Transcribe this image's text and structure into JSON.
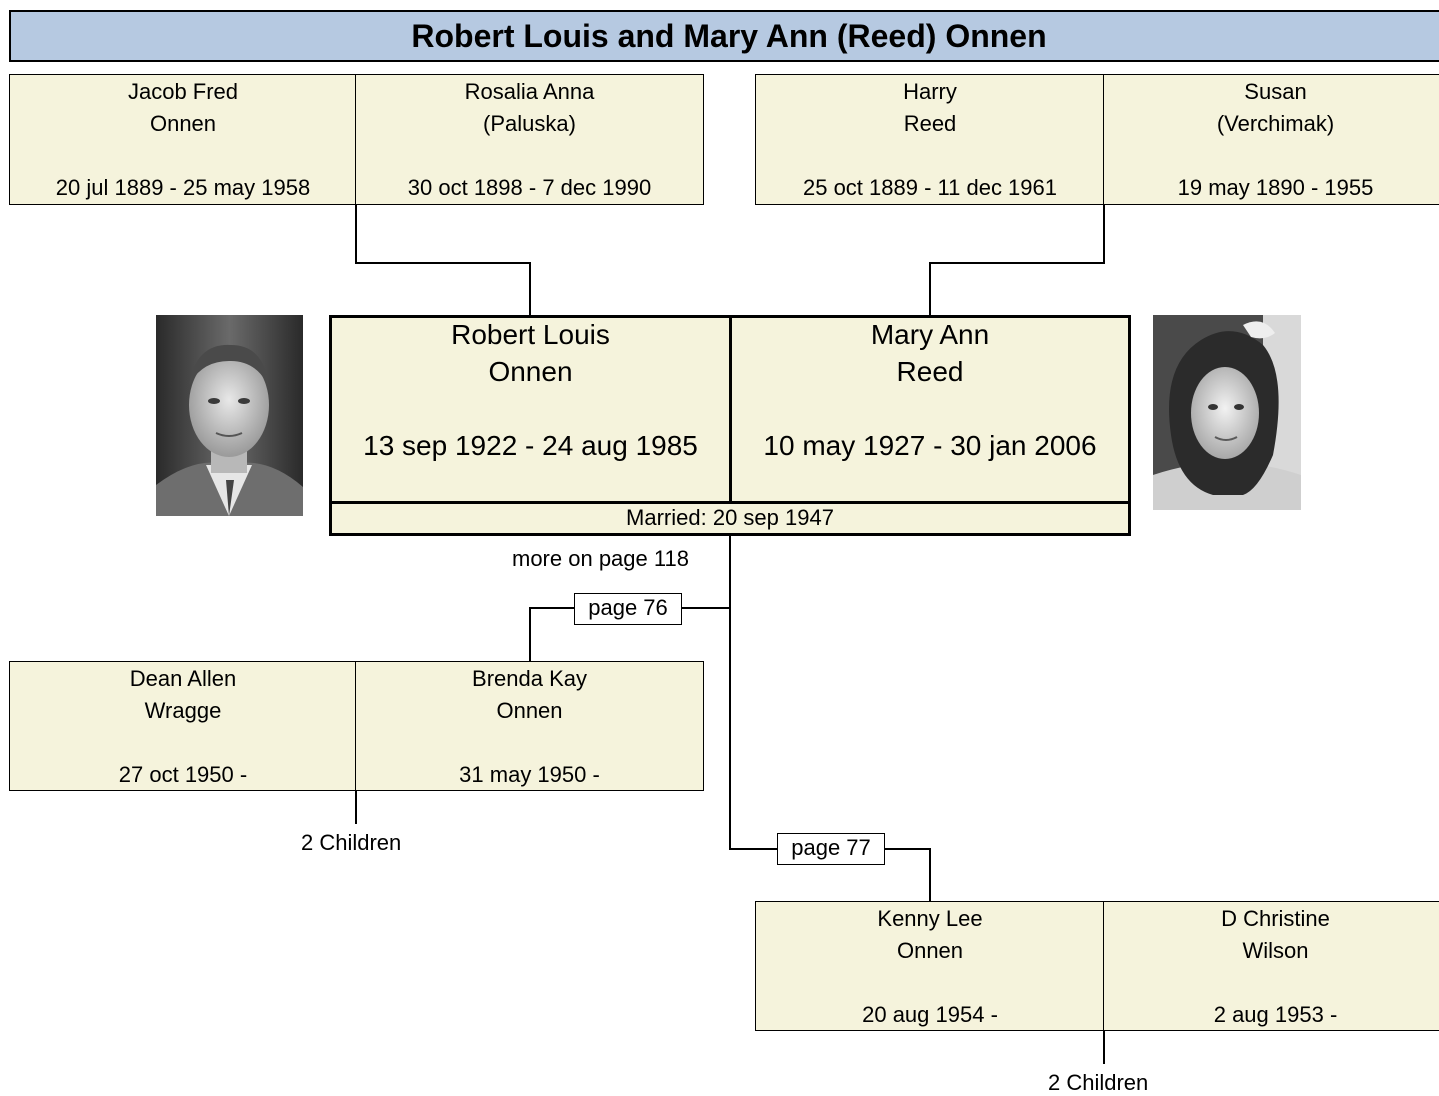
{
  "title": "Robert Louis and Mary Ann (Reed) Onnen",
  "parents": {
    "husband_father": {
      "given": "Jacob Fred",
      "surname": "Onnen",
      "dates": "20 jul 1889 - 25 may 1958"
    },
    "husband_mother": {
      "given": "Rosalia Anna",
      "surname": "(Paluska)",
      "dates": "30 oct 1898 - 7 dec 1990"
    },
    "wife_father": {
      "given": "Harry",
      "surname": "Reed",
      "dates": "25 oct 1889 - 11 dec 1961"
    },
    "wife_mother": {
      "given": "Susan",
      "surname": "(Verchimak)",
      "dates": "19 may 1890 - 1955"
    }
  },
  "couple": {
    "husband": {
      "given": "Robert Louis",
      "surname": "Onnen",
      "dates": "13 sep 1922 - 24 aug 1985"
    },
    "wife": {
      "given": "Mary Ann",
      "surname": "Reed",
      "dates": "10 may 1927 - 30 jan 2006"
    },
    "married": "Married: 20 sep 1947",
    "more": "more on page 118"
  },
  "children": [
    {
      "page_ref": "page 76",
      "spouse": {
        "given": "Dean Allen",
        "surname": "Wragge",
        "dates": "27 oct 1950 -"
      },
      "child": {
        "given": "Brenda Kay",
        "surname": "Onnen",
        "dates": "31 may 1950 -"
      },
      "children_count": "2 Children"
    },
    {
      "page_ref": "page 77",
      "child": {
        "given": "Kenny Lee",
        "surname": "Onnen",
        "dates": "20 aug 1954 -"
      },
      "spouse": {
        "given": "D Christine",
        "surname": "Wilson",
        "dates": "2 aug 1953 -"
      },
      "children_count": "2 Children"
    }
  ],
  "colors": {
    "header": "#b6c9e1",
    "card": "#f5f3dc",
    "line": "#000000"
  }
}
